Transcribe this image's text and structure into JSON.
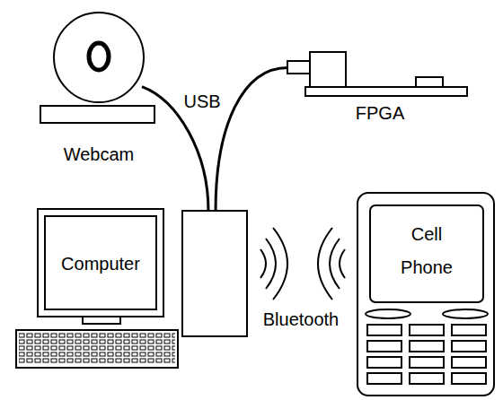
{
  "diagram": {
    "nodes": [
      {
        "text": [
          "Webcam"
        ]
      },
      {
        "text": [
          "FPGA"
        ]
      },
      {
        "text": [
          "Computer"
        ]
      },
      {
        "text": [
          "Cell Phone"
        ]
      }
    ],
    "edges": [
      {
        "from": 0,
        "to": 2,
        "arrow": "none"
      },
      {
        "from": 1,
        "to": 2,
        "arrow": "none"
      }
    ],
    "labels": [
      "USB",
      "Bluetooth"
    ]
  }
}
